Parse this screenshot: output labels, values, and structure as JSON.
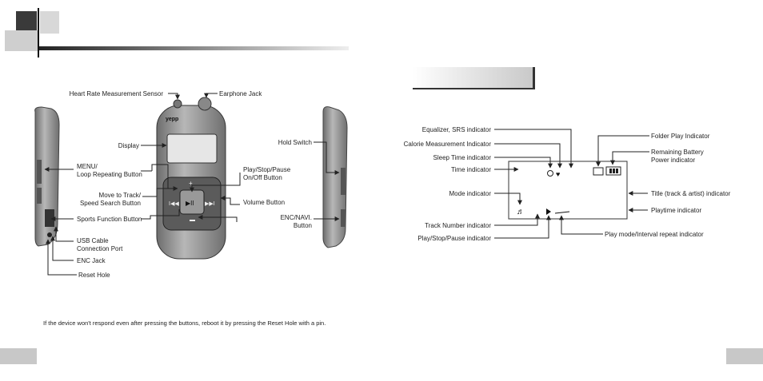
{
  "left_page": {
    "callouts": {
      "heart_rate": "Heart Rate Measurement Sensor",
      "earphone": "Earphone Jack",
      "display": "Display",
      "hold": "Hold Switch",
      "menu": "MENU/\nLoop Repeating Button",
      "play": "Play/Stop/Pause\nOn/Off Button",
      "move": "Move to Track/\nSpeed Search Button",
      "volume": "Volume Button",
      "sports": "Sports Function Button",
      "enc_navi": "ENC/NAVI.\nButton",
      "usb": "USB Cable\nConnection Port",
      "enc_jack": "ENC Jack",
      "reset": "Reset Hole"
    },
    "device_logo": "yepp",
    "note": "If the device won't respond even after pressing the buttons, reboot it by pressing the Reset Hole with a pin."
  },
  "right_page": {
    "callouts": {
      "equalizer": "Equalizer, SRS indicator",
      "calorie": "Calorie Measurement Indicator",
      "sleep": "Sleep Time indicator",
      "time": "Time indicator",
      "mode": "Mode indicator",
      "track": "Track Number indicator",
      "playstop": "Play/Stop/Pause indicator",
      "folder": "Folder Play Indicator",
      "battery": "Remaining Battery\nPower indicator",
      "title": "Title (track & artist) indicator",
      "playtime": "Playtime indicator",
      "playmode": "Play mode/Interval repeat indicator"
    }
  },
  "colors": {
    "heading_bar": "#555555",
    "page_tab": "#c8c8c8",
    "device_body": "#8a8a8a"
  }
}
